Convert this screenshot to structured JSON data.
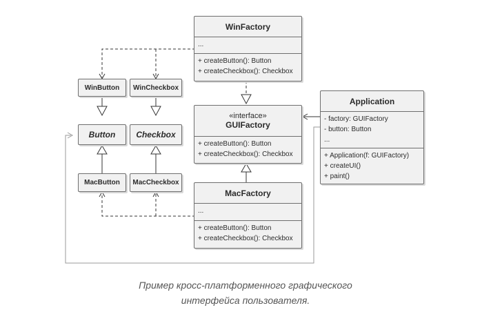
{
  "classes": {
    "win_factory": {
      "title": "WinFactory",
      "fields": "...",
      "method1": "+ createButton(): Button",
      "method2": "+ createCheckbox(): Checkbox"
    },
    "gui_factory": {
      "stereotype": "«interface»",
      "title": "GUIFactory",
      "method1": "+ createButton(): Button",
      "method2": "+ createCheckbox(): Checkbox"
    },
    "mac_factory": {
      "title": "MacFactory",
      "fields": "...",
      "method1": "+ createButton(): Button",
      "method2": "+ createCheckbox(): Checkbox"
    },
    "application": {
      "title": "Application",
      "field1": "- factory: GUIFactory",
      "field2": "- button: Button",
      "field3": "...",
      "method1": "+ Application(f: GUIFactory)",
      "method2": "+ createUI()",
      "method3": "+ paint()"
    }
  },
  "products": {
    "win_button": "WinButton",
    "win_checkbox": "WinCheckbox",
    "button": "Button",
    "checkbox": "Checkbox",
    "mac_button": "MacButton",
    "mac_checkbox": "MacCheckbox"
  },
  "caption": {
    "line1": "Пример кросс-платформенного графического",
    "line2": "интерфейса пользователя."
  },
  "colors": {
    "box_fill": "#f1f1f1",
    "box_border": "#6e6e6e",
    "line": "#333333",
    "association_line": "#9a9a9a",
    "caption_text": "#555555"
  }
}
